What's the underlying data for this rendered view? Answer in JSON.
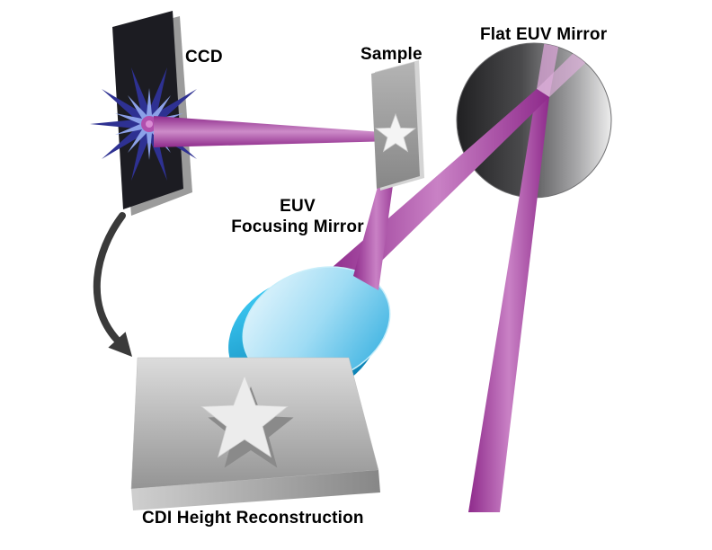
{
  "diagram": {
    "labels": {
      "ccd": "CCD",
      "sample": "Sample",
      "flat_mirror": "Flat EUV Mirror",
      "focusing_mirror_line1": "EUV",
      "focusing_mirror_line2": "Focusing Mirror",
      "reconstruction": "CDI Height Reconstruction"
    },
    "colors": {
      "background": "#ffffff",
      "beam_dark": "#8e2a8b",
      "beam_light": "#c981c5",
      "focusing_mirror_cyan": "#29abe2",
      "flat_mirror_dark": "#2a2a2c",
      "flat_mirror_light": "#e8e8e8",
      "diffraction_blue_dark": "#2e3192",
      "diffraction_blue_light": "#8ba0e8",
      "diffraction_center": "#b14fad",
      "ccd_panel": "#1c1c22",
      "metal_gray": "#9a9a9a",
      "arrow": "#3a3a3a",
      "text": "#000000"
    }
  }
}
